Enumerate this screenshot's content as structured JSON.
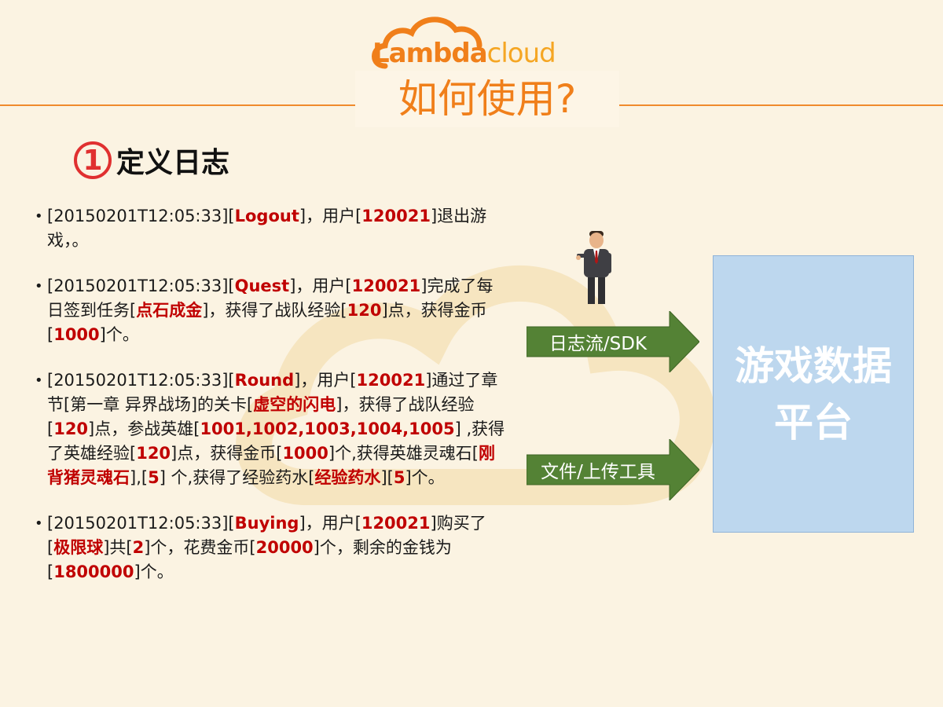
{
  "brand": {
    "logo_part1": "Lambda",
    "logo_part2": "cloud",
    "logo_icon": "cloud-icon",
    "primary_color": "#f07f1a",
    "secondary_color": "#f5a623"
  },
  "slide": {
    "title": "如何使用?"
  },
  "section": {
    "number": "1",
    "title": "定义日志"
  },
  "log_entries": [
    [
      {
        "t": "[20150201T12:05:33][",
        "h": false
      },
      {
        "t": "Logout",
        "h": true
      },
      {
        "t": "]，用户[",
        "h": false
      },
      {
        "t": "120021",
        "h": true
      },
      {
        "t": "]退出游戏，。",
        "h": false
      }
    ],
    [
      {
        "t": "[20150201T12:05:33][",
        "h": false
      },
      {
        "t": "Quest",
        "h": true
      },
      {
        "t": "]，用户[",
        "h": false
      },
      {
        "t": "120021",
        "h": true
      },
      {
        "t": "]完成了每日签到任务[",
        "h": false
      },
      {
        "t": "点石成金",
        "h": true
      },
      {
        "t": "]，获得了战队经验[",
        "h": false
      },
      {
        "t": "120",
        "h": true
      },
      {
        "t": "]点，获得金币[",
        "h": false
      },
      {
        "t": "1000",
        "h": true
      },
      {
        "t": "]个。",
        "h": false
      }
    ],
    [
      {
        "t": "[20150201T12:05:33][",
        "h": false
      },
      {
        "t": "Round",
        "h": true
      },
      {
        "t": "]，用户[",
        "h": false
      },
      {
        "t": "120021",
        "h": true
      },
      {
        "t": "]通过了章节[第一章 异界战场]的关卡[",
        "h": false
      },
      {
        "t": "虚空的闪电",
        "h": true
      },
      {
        "t": "]，获得了战队经验[",
        "h": false
      },
      {
        "t": "120",
        "h": true
      },
      {
        "t": "]点，参战英雄[",
        "h": false
      },
      {
        "t": "1001,1002,1003,1004,1005",
        "h": true
      },
      {
        "t": "] ,获得了英雄经验[",
        "h": false
      },
      {
        "t": "120",
        "h": true
      },
      {
        "t": "]点，获得金币[",
        "h": false
      },
      {
        "t": "1000",
        "h": true
      },
      {
        "t": "]个,获得英雄灵魂石[",
        "h": false
      },
      {
        "t": "刚背猪灵魂石",
        "h": true
      },
      {
        "t": "],[",
        "h": false
      },
      {
        "t": "5",
        "h": true
      },
      {
        "t": "] 个,获得了经验药水[",
        "h": false
      },
      {
        "t": "经验药水",
        "h": true
      },
      {
        "t": "][",
        "h": false
      },
      {
        "t": "5",
        "h": true
      },
      {
        "t": "]个。",
        "h": false
      }
    ],
    [
      {
        "t": "[20150201T12:05:33][",
        "h": false
      },
      {
        "t": "Buying",
        "h": true
      },
      {
        "t": "]，用户[",
        "h": false
      },
      {
        "t": "120021",
        "h": true
      },
      {
        "t": "]购买了[",
        "h": false
      },
      {
        "t": "极限球",
        "h": true
      },
      {
        "t": "]共[",
        "h": false
      },
      {
        "t": "2",
        "h": true
      },
      {
        "t": "]个，花费金币[",
        "h": false
      },
      {
        "t": "20000",
        "h": true
      },
      {
        "t": "]个，剩余的金钱为[",
        "h": false
      },
      {
        "t": "1800000",
        "h": true
      },
      {
        "t": "]个。",
        "h": false
      }
    ]
  ],
  "flow": {
    "arrow1_label": "日志流/SDK",
    "arrow2_label": "文件/上传工具",
    "arrow_color": "#548235",
    "person_icon": "businessman-icon",
    "platform_label": "游戏数据\n平台",
    "platform_color": "#bdd7ee"
  }
}
